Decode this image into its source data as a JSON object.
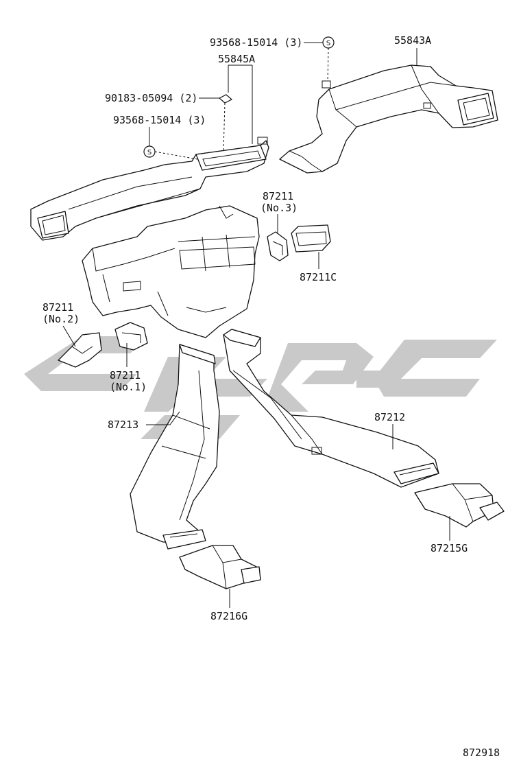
{
  "labels": {
    "screw_top": "93568-15014 (3)",
    "duct_right": "55843A",
    "duct_left": "55845A",
    "clip": "90183-05094 (2)",
    "screw_left": "93568-15014 (3)",
    "part_87211_no3": "87211",
    "part_87211_no3_sub": "(No.3)",
    "part_87211c": "87211C",
    "part_87211_no2": "87211",
    "part_87211_no2_sub": "(No.2)",
    "part_87211_no1": "87211",
    "part_87211_no1_sub": "(No.1)",
    "part_87213": "87213",
    "part_87212": "87212",
    "part_87215g": "87215G",
    "part_87216g": "87216G",
    "figure_number": "872918"
  },
  "symbols": {
    "screw_mark": "S"
  },
  "icons": {
    "watermark": "watermark-logo-icon",
    "screw": "screw-symbol-icon"
  },
  "colors": {
    "line": "#111111",
    "watermark": "#c9c9c9",
    "background": "#ffffff"
  }
}
